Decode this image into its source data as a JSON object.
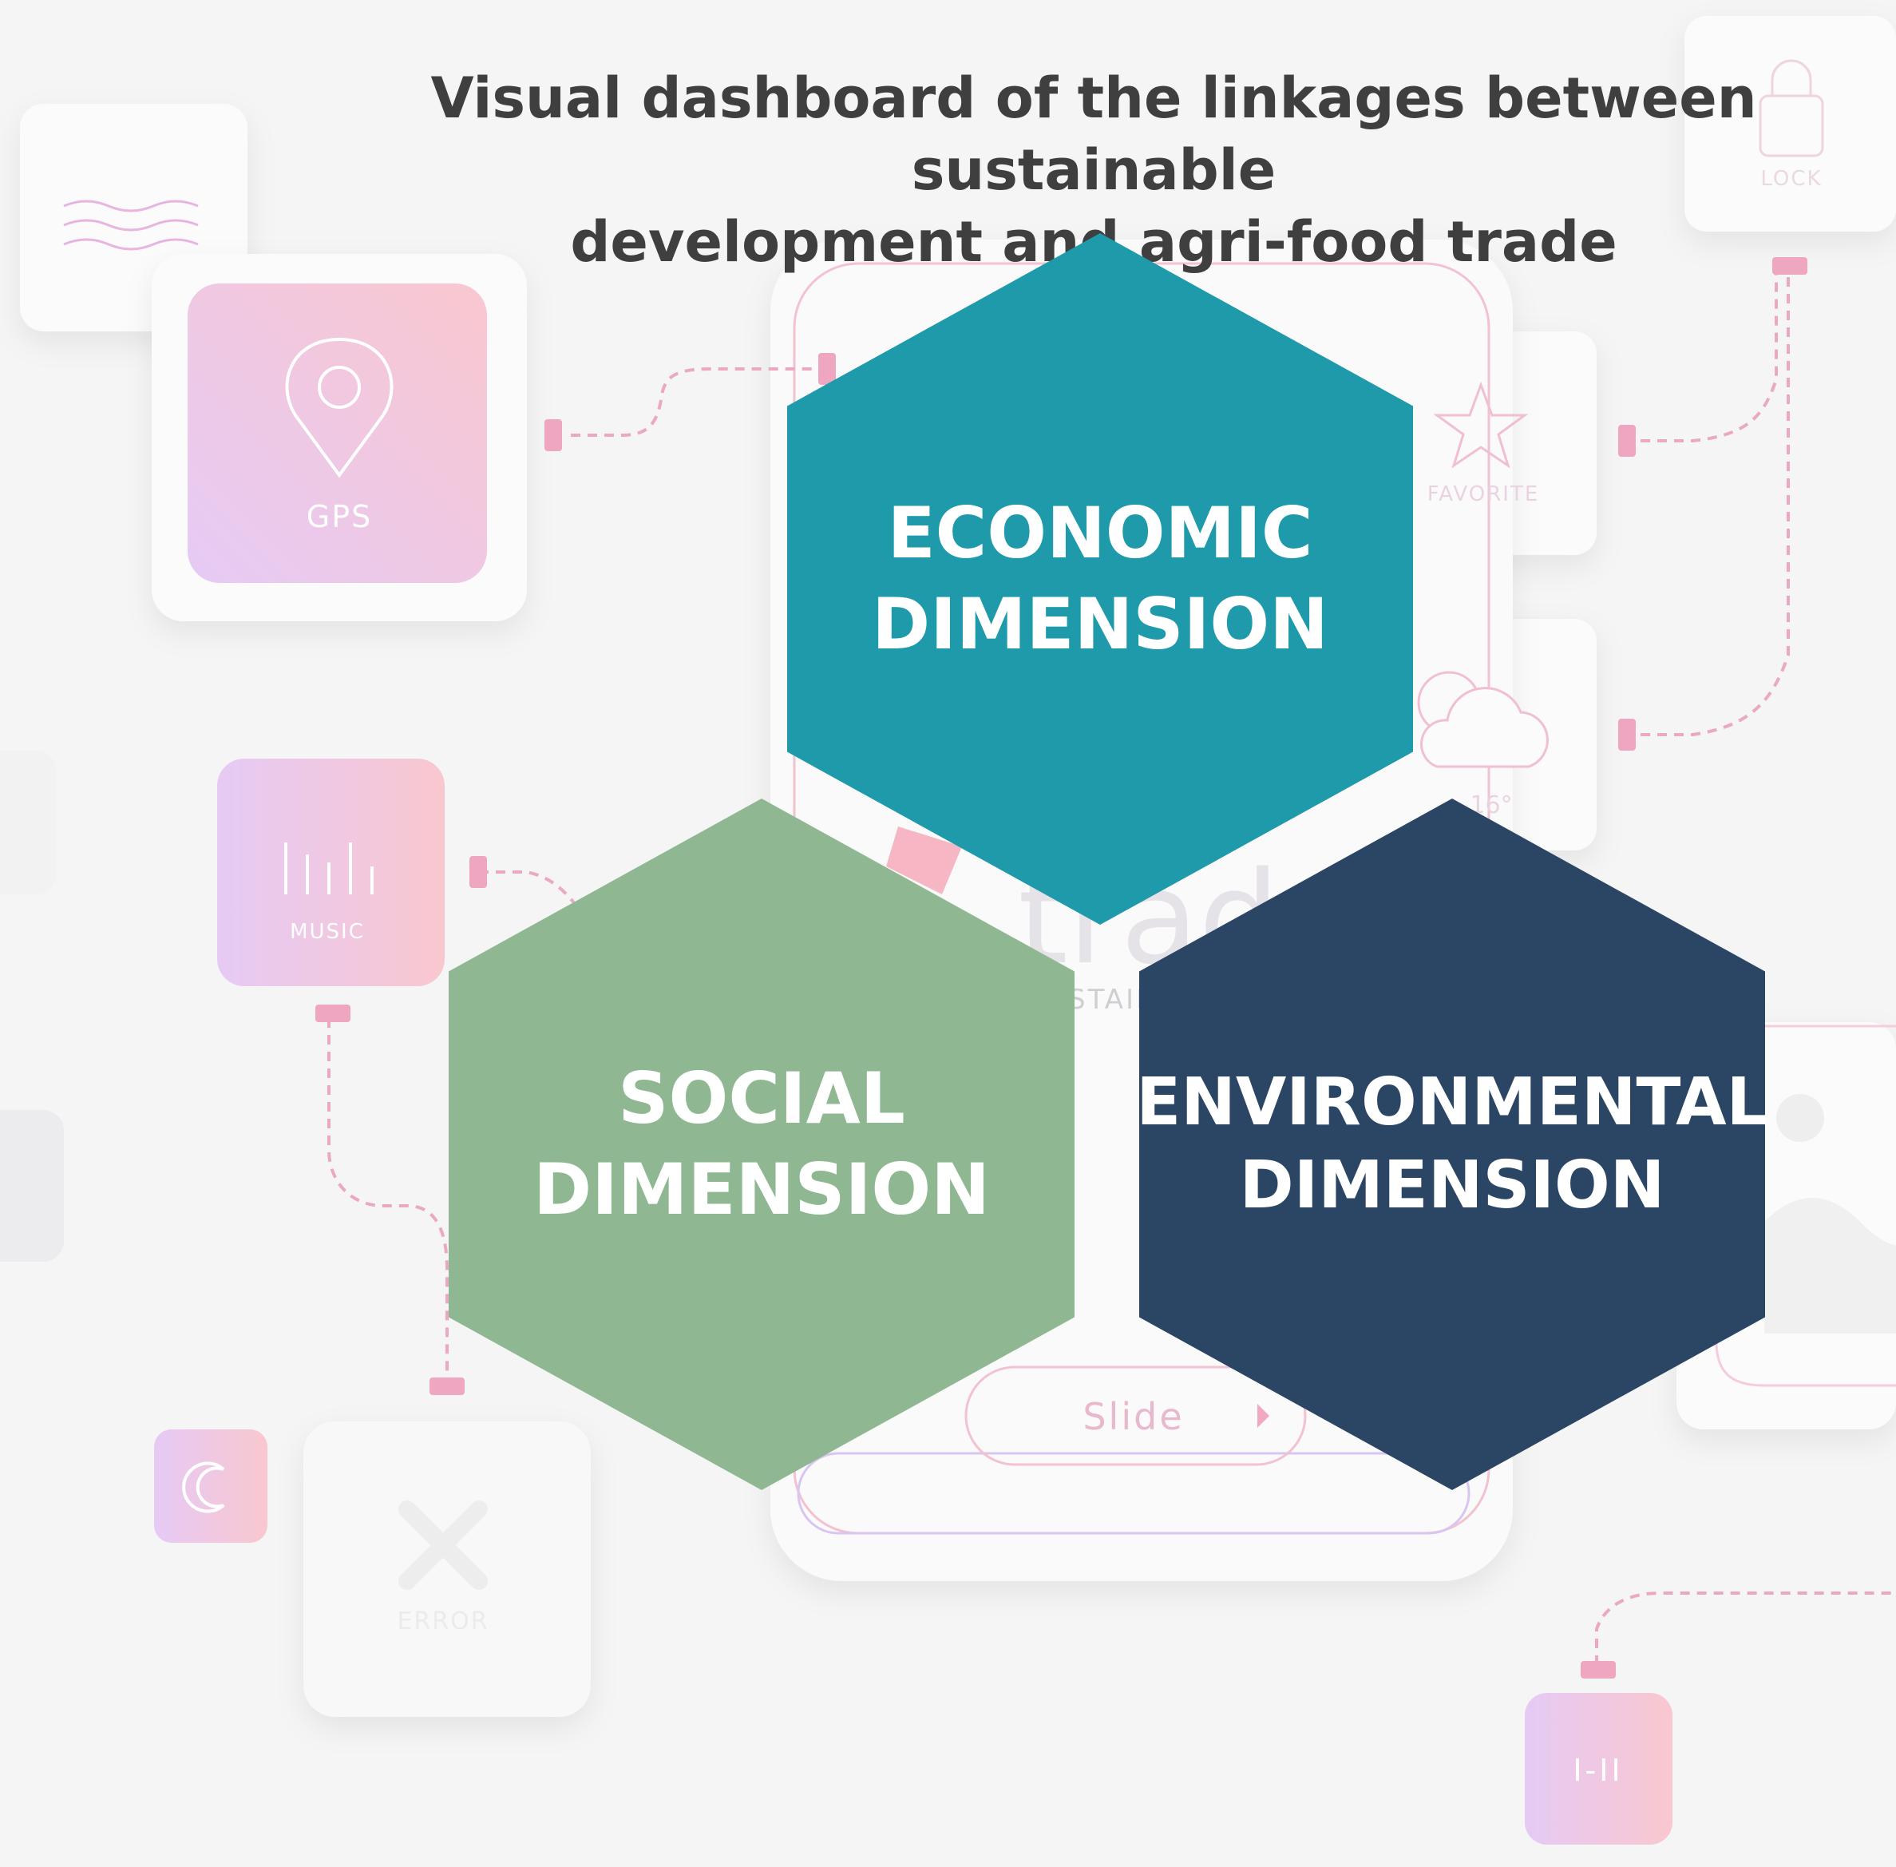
{
  "title": {
    "line1": "Visual dashboard of the linkages between sustainable",
    "line2": "development and agri-food trade"
  },
  "hexagons": {
    "economic": {
      "line1": "ECONOMIC",
      "line2": "DIMENSION",
      "color": "#1e9aaa"
    },
    "social": {
      "line1": "SOCIAL",
      "line2": "DIMENSION",
      "color": "#8fb892"
    },
    "environmental": {
      "line1": "ENVIRONMENTAL",
      "line2": "DIMENSION",
      "color": "#2b4565"
    }
  },
  "background": {
    "labels": {
      "gps": "GPS",
      "music": "MUSIC",
      "favorite": "FAVORITE",
      "lock": "LOCK",
      "temperature": "16°",
      "slide": "Slide",
      "error": "ERROR",
      "pagination": "I-II",
      "logo_fragment": "trad",
      "logo_sub": "STAIN"
    },
    "icons": [
      "wave-icon",
      "gps-pin-icon",
      "music-bars-icon",
      "star-icon",
      "sun-cloud-icon",
      "lock-icon",
      "moon-icon",
      "error-x-icon",
      "play-arrow-icon"
    ]
  },
  "colors": {
    "background": "#f5f5f6",
    "tile_pink": "#f8c6d0",
    "tile_lilac": "#e2c8f4",
    "connector": "#eba9c0",
    "title_text": "#3f3f3f"
  }
}
